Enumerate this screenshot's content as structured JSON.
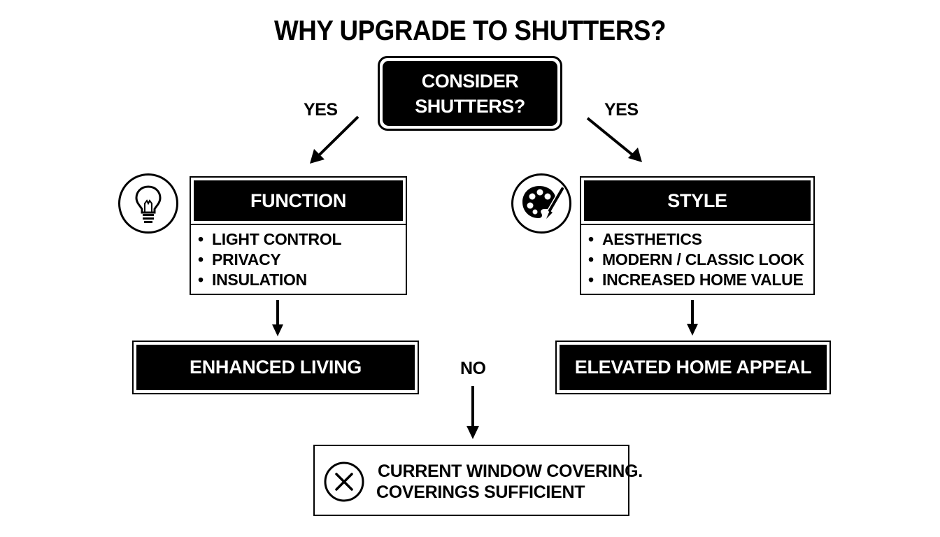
{
  "title": "WHY UPGRADE TO SHUTTERS?",
  "decision": {
    "line1": "CONSIDER",
    "line2": "SHUTTERS?"
  },
  "branch_labels": {
    "left": "YES",
    "right": "YES",
    "bottom": "NO"
  },
  "function_card": {
    "heading": "FUNCTION",
    "icon": "lightbulb-icon",
    "items": [
      "LIGHT CONTROL",
      "PRIVACY",
      "INSULATION"
    ],
    "outcome": "ENHANCED LIVING"
  },
  "style_card": {
    "heading": "STYLE",
    "icon": "paint-palette-icon",
    "items": [
      "AESTHETICS",
      "MODERN / CLASSIC LOOK",
      "INCREASED HOME VALUE"
    ],
    "outcome": "ELEVATED HOME APPEAL"
  },
  "no_outcome": {
    "icon": "x-circle-icon",
    "line1": "CURRENT WINDOW COVERING.",
    "line2": "COVERINGS SUFFICIENT"
  }
}
